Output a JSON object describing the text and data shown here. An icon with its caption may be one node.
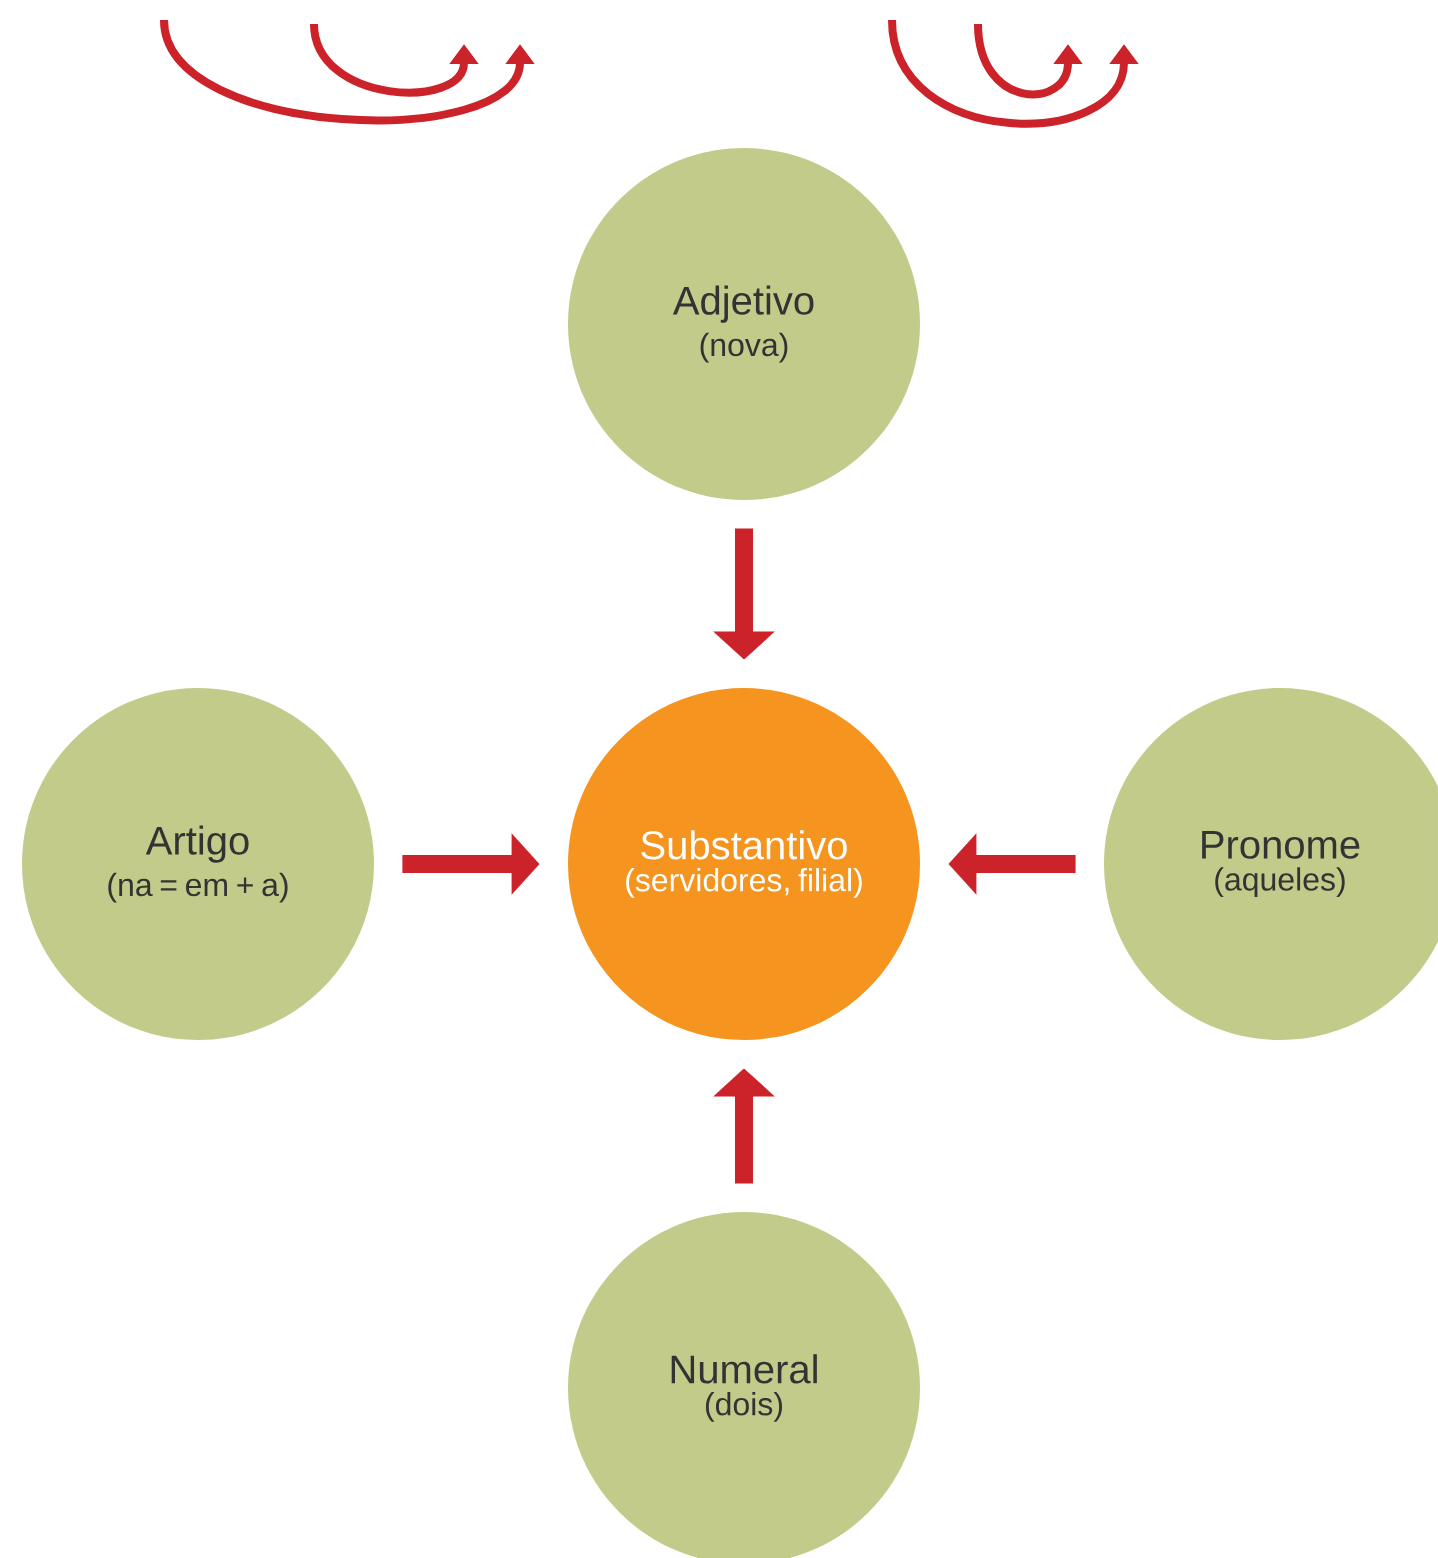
{
  "diagram": {
    "nodes": [
      {
        "text": [
          "Adjetivo",
          "(nova)"
        ]
      },
      {
        "text": [
          "Artigo",
          "(na = em + a)"
        ]
      },
      {
        "text": [
          "Substantivo",
          "(servidores, filial)"
        ]
      },
      {
        "text": [
          "Pronome",
          "(aqueles)"
        ]
      },
      {
        "text": [
          "Numeral",
          "(dois)"
        ]
      }
    ],
    "edges": [
      {
        "from": 0,
        "to": 2,
        "arrow": "to"
      },
      {
        "from": 1,
        "to": 2,
        "arrow": "to"
      },
      {
        "from": 3,
        "to": 2,
        "arrow": "to"
      },
      {
        "from": 4,
        "to": 2,
        "arrow": "to"
      }
    ]
  }
}
